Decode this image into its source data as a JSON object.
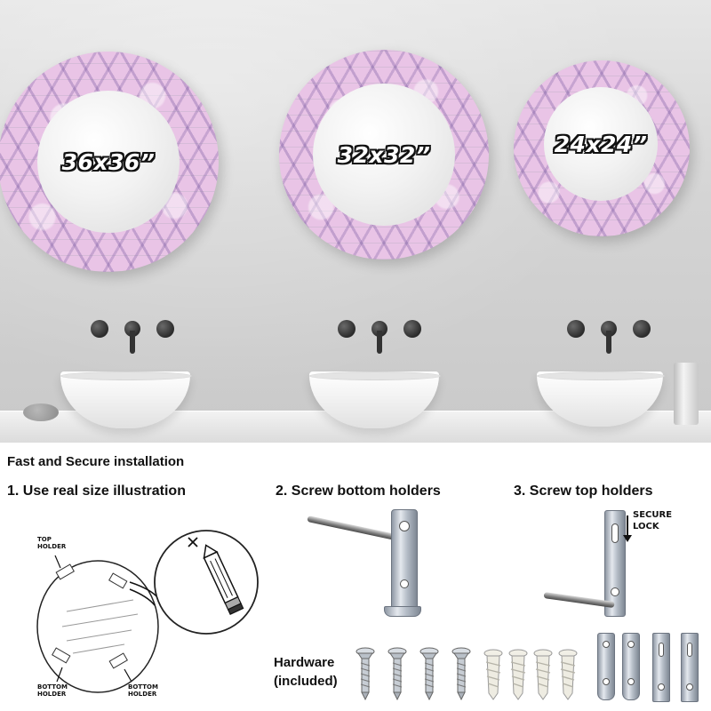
{
  "mirrors": [
    {
      "size_label": "36x36”"
    },
    {
      "size_label": "32x32”"
    },
    {
      "size_label": "24x24”"
    }
  ],
  "colors": {
    "frame_pink": "#e9c4e6",
    "floral_purple": "#7a5aa0",
    "wall_grey": "#d4d4d4",
    "text_dark": "#111111"
  },
  "instructions": {
    "title": "Fast and Secure installation",
    "step1": "1. Use real size illustration",
    "step2": "2. Screw bottom holders",
    "step3": "3. Screw top holders",
    "hardware": "Hardware (included)",
    "secure_lock": "SECURE LOCK"
  },
  "diagram": {
    "top_holder": "TOP HOLDER",
    "bottom_holder_left": "BOTTOM HOLDER",
    "bottom_holder_right": "BOTTOM HOLDER"
  }
}
